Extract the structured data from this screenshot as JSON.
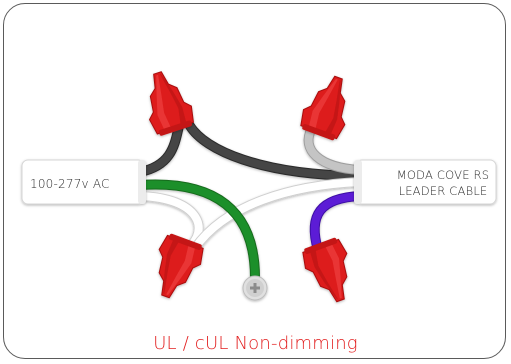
{
  "diagram": {
    "left_cable_label": "100-277v AC",
    "right_cable_label_line1": "MODA COVE RS",
    "right_cable_label_line2": "LEADER CABLE",
    "footer_text": "UL / cUL Non-dimming"
  },
  "colors": {
    "border": "#5a5a5a",
    "cable_sheath": "#ffffff",
    "wire_nut": "#dd1b1b",
    "wire_nut_shadow": "#a80e0e",
    "black_wire": "#3d3d3d",
    "grey_wire": "#bdbdbd",
    "white_wire": "#ffffff",
    "green_wire": "#1f8f2a",
    "purple_wire": "#5b1fd6",
    "ground_screw": "#d4d4d4",
    "footer_text": "#e21e1e"
  },
  "icons": [
    "wire-nut-icon",
    "ground-screw-icon"
  ]
}
